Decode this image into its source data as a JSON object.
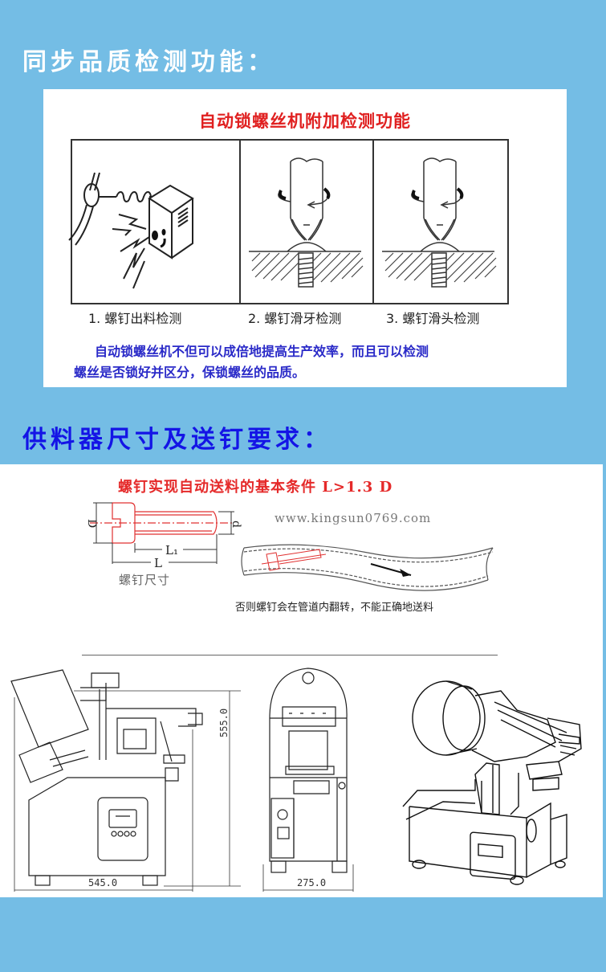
{
  "section1": {
    "heading": "同步品质检测功能：",
    "panel_title": "自动锁螺丝机附加检测功能",
    "illustrations": [
      {
        "caption": "1. 螺钉出料检测",
        "icon": "screw-feed-sensor-icon"
      },
      {
        "caption": "2. 螺钉滑牙检测",
        "icon": "screw-thread-slip-icon"
      },
      {
        "caption": "3. 螺钉滑头检测",
        "icon": "screw-head-slip-icon"
      }
    ],
    "description_line1": "自动锁螺丝机不但可以成倍地提高生产效率，而且可以检测",
    "description_line2": "螺丝是否锁好并区分，保锁螺丝的品质。"
  },
  "section2": {
    "heading": "供料器尺寸及送钉要求：",
    "condition_title": "螺钉实现自动送料的基本条件 L>1.3 D",
    "website": "www.kingsun0769.com",
    "screw_diagram": {
      "labels": {
        "D": "D",
        "d": "d",
        "L1": "L1",
        "L": "L"
      },
      "caption": "螺钉尺寸"
    },
    "tube_warning": "否则螺钉会在管道内翻转，不能正确地送料",
    "drawings": {
      "side_view": {
        "height_dim": "555.0",
        "width_dim": "545.0"
      },
      "front_view": {
        "width_dim": "275.0"
      },
      "iso_view": {}
    }
  },
  "colors": {
    "background": "#74bde5",
    "heading1": "#ffffff",
    "heading2": "#1414e6",
    "red_title": "#e02020",
    "blue_text": "#2a2ac8"
  }
}
